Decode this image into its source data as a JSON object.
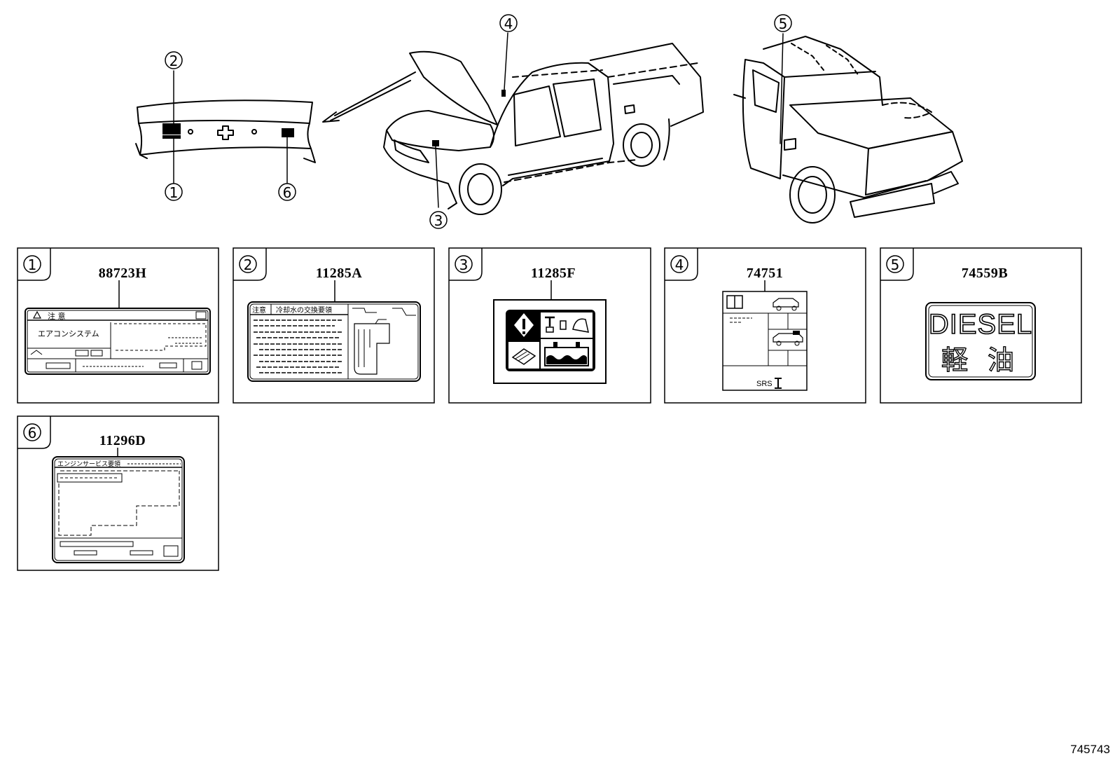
{
  "callouts": {
    "c1": "1",
    "c2": "2",
    "c3": "3",
    "c4": "4",
    "c5": "5",
    "c6": "6"
  },
  "panels": [
    {
      "index": "1",
      "part_number": "88723H"
    },
    {
      "index": "2",
      "part_number": "11285A"
    },
    {
      "index": "3",
      "part_number": "11285F"
    },
    {
      "index": "4",
      "part_number": "74751"
    },
    {
      "index": "5",
      "part_number": "74559B"
    },
    {
      "index": "6",
      "part_number": "11296D"
    }
  ],
  "labels": {
    "l1": {
      "header": "注  意",
      "body": "エアコンシステム"
    },
    "l2": {
      "header": "注意",
      "title": "冷却水の交換要領"
    },
    "l4": {
      "code": "SRS"
    },
    "l5": {
      "line1": "DIESEL",
      "line2": "軽 油"
    },
    "l6": {
      "header": "エンジンサービス要領"
    }
  },
  "document_number": "745743",
  "colors": {
    "ink": "#000000",
    "paper": "#ffffff"
  }
}
